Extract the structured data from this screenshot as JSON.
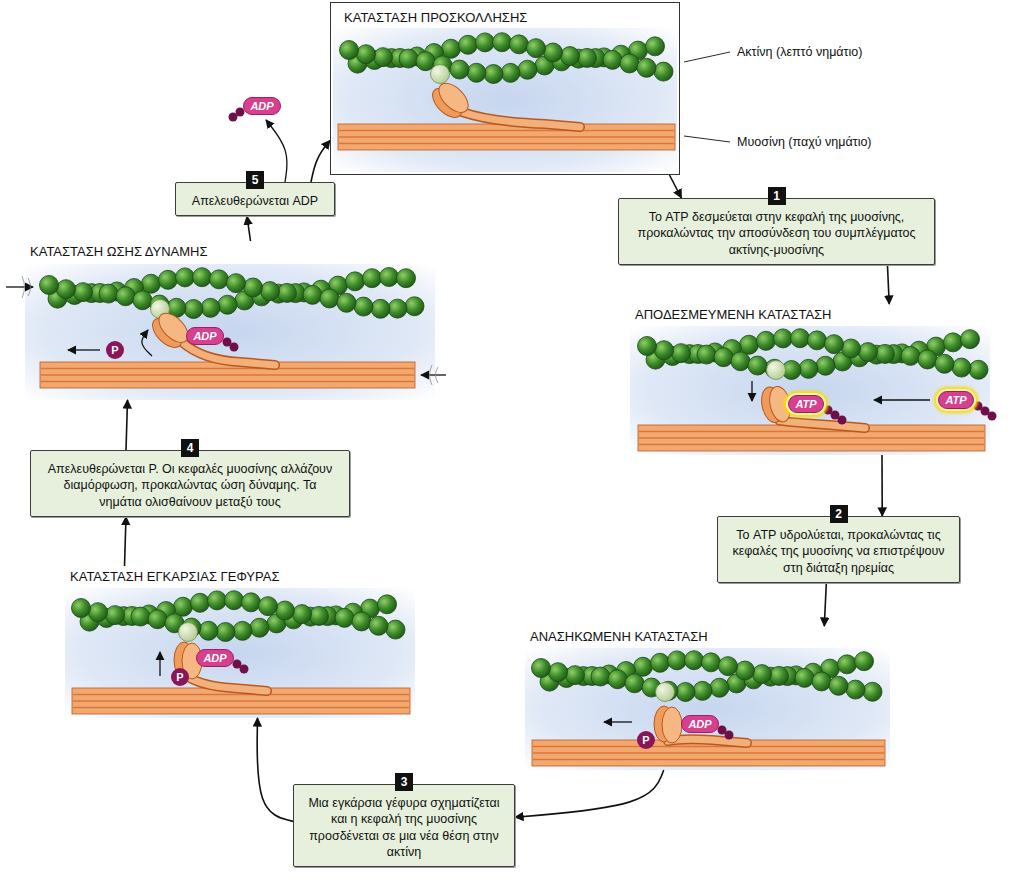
{
  "diagram": {
    "nodes": [
      {
        "text": [
          "ΚΑΤΑΣΤΑΣΗ ΠΡΟΣΚΟΛΛΗΣΗΣ"
        ]
      },
      {
        "text": [
          "1",
          "Το ATP δεσμεύεται στην κεφαλή της μυοσίνης, προκαλώντας την αποσύνδεση του συμπλέγματος ακτίνης-μυοσίνης"
        ]
      },
      {
        "text": [
          "ΑΠΟΔΕΣΜΕΥΜΕΝΗ ΚΑΤΑΣΤΑΣΗ"
        ]
      },
      {
        "text": [
          "2",
          "Το ATP υδρολύεται, προκαλώντας τις κεφαλές της μυοσίνης να επιστρέψουν στη διάταξη ηρεμίας"
        ]
      },
      {
        "text": [
          "ΑΝΑΣΗΚΩΜΕΝΗ ΚΑΤΑΣΤΑΣΗ"
        ]
      },
      {
        "text": [
          "3",
          "Μια εγκάρσια γέφυρα σχηματίζεται και η κεφαλή της μυοσίνης προσδένεται σε μια νέα θέση στην ακτίνη"
        ]
      },
      {
        "text": [
          "ΚΑΤΑΣΤΑΣΗ ΕΓΚΑΡΣΙΑΣ ΓΕΦΥΡΑΣ"
        ]
      },
      {
        "text": [
          "4",
          "Απελευθερώνεται P. Οι κεφαλές μυοσίνης αλλάζουν διαμόρφωση, προκαλώντας ώση δύναμης. Τα νημάτια ολισθαίνουν μεταξύ τους"
        ]
      },
      {
        "text": [
          "ΚΑΤΑΣΤΑΣΗ ΩΣΗΣ ΔΥΝΑΜΗΣ"
        ]
      },
      {
        "text": [
          "5",
          "Απελευθερώνεται ADP"
        ]
      }
    ],
    "edges": [
      {
        "from": 0,
        "to": 1,
        "arrow": "to"
      },
      {
        "from": 1,
        "to": 2,
        "arrow": "to"
      },
      {
        "from": 2,
        "to": 3,
        "arrow": "to"
      },
      {
        "from": 3,
        "to": 4,
        "arrow": "to"
      },
      {
        "from": 4,
        "to": 5,
        "arrow": "to"
      },
      {
        "from": 5,
        "to": 6,
        "arrow": "to"
      },
      {
        "from": 6,
        "to": 7,
        "arrow": "to"
      },
      {
        "from": 7,
        "to": 8,
        "arrow": "to"
      },
      {
        "from": 8,
        "to": 9,
        "arrow": "to"
      },
      {
        "from": 9,
        "to": 0,
        "arrow": "to"
      }
    ],
    "labels": [
      "Ακτίνη (λεπτό νημάτιο)",
      "Μυοσίνη (παχύ νημάτιο)",
      "ADP",
      "ADP",
      "P",
      "ATP",
      "ATP",
      "ADP",
      "P",
      "ADP",
      "P"
    ]
  }
}
